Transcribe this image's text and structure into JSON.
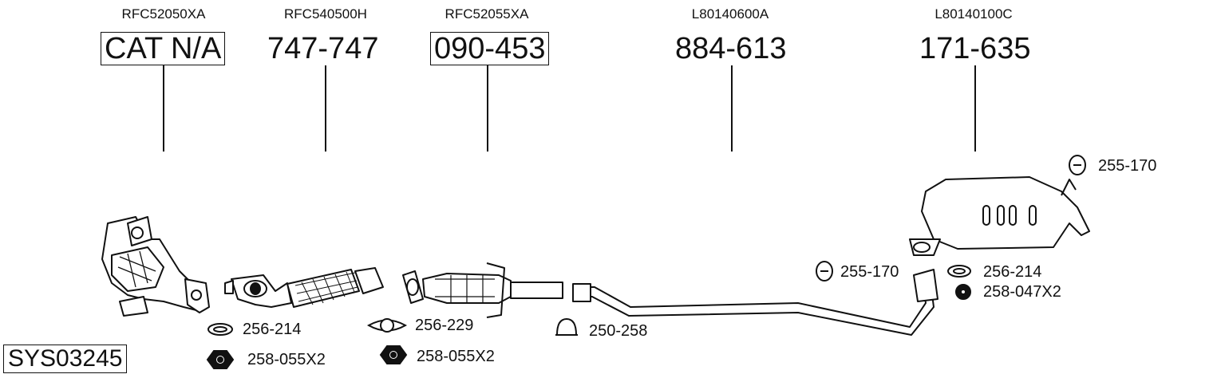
{
  "system_code": "SYS03245",
  "parts": [
    {
      "oem": "RFC52050XA",
      "number": "CAT N/A",
      "boxed": true,
      "name": "catalytic-converter"
    },
    {
      "oem": "RFC540500H",
      "number": "747-747",
      "boxed": false,
      "name": "flex-pipe"
    },
    {
      "oem": "RFC52055XA",
      "number": "090-453",
      "boxed": true,
      "name": "catalytic-converter-2"
    },
    {
      "oem": "L80140600A",
      "number": "884-613",
      "boxed": false,
      "name": "center-pipe"
    },
    {
      "oem": "L80140100C",
      "number": "171-635",
      "boxed": false,
      "name": "rear-muffler"
    }
  ],
  "accessories": [
    {
      "icon": "gasket-ring-icon",
      "label": "256-214"
    },
    {
      "icon": "hex-nut-icon",
      "label": "258-055X2"
    },
    {
      "icon": "flange-gasket-icon",
      "label": "256-229"
    },
    {
      "icon": "hex-nut-icon",
      "label": "258-055X2"
    },
    {
      "icon": "pipe-clamp-icon",
      "label": "250-258"
    },
    {
      "icon": "rubber-hanger-icon",
      "label": "255-170"
    },
    {
      "icon": "gasket-ring-icon",
      "label": "256-214"
    },
    {
      "icon": "flange-nut-icon",
      "label": "258-047X2"
    },
    {
      "icon": "rubber-hanger-icon",
      "label": "255-170"
    }
  ]
}
